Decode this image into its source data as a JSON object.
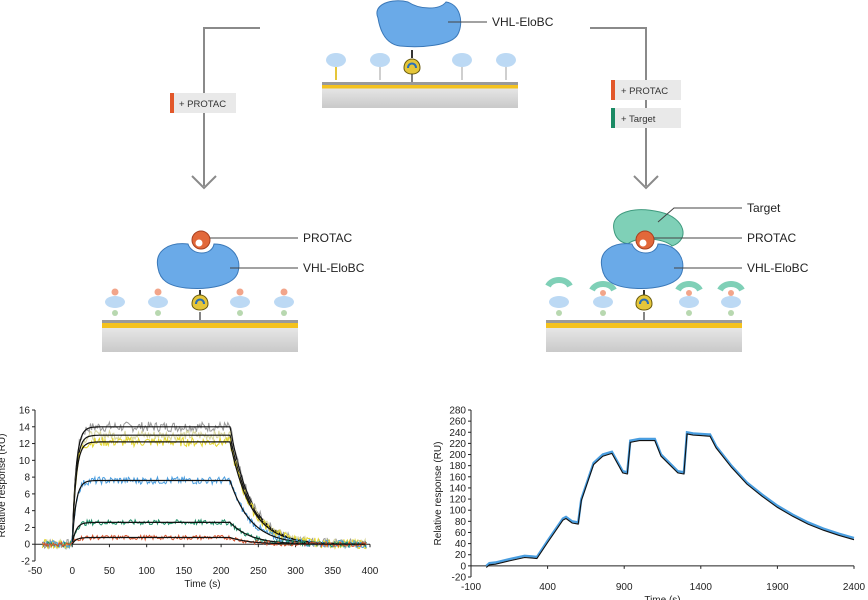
{
  "diagram": {
    "top_label": "VHL-EloBC",
    "left_tag": "+ PROTAC",
    "right_tags": [
      "+ PROTAC",
      "+ Target"
    ],
    "left_labels": [
      "PROTAC",
      "VHL-EloBC"
    ],
    "right_labels": [
      "Target",
      "PROTAC",
      "VHL-EloBC"
    ],
    "colors": {
      "vhl": "#6aaae8",
      "protac": "#e2683a",
      "target": "#7fd0b7",
      "linker": "#e5c63a",
      "orange_bar": "#e2572a",
      "green_bar": "#1b8a64",
      "gold_surface": "#f4c21e",
      "arrow": "#8a8a8a"
    }
  },
  "chart_data": [
    {
      "type": "line",
      "xlabel": "Time (s)",
      "ylabel": "Relative response (RU)",
      "xlim": [
        -50,
        400
      ],
      "ylim": [
        -2,
        16
      ],
      "xticks": [
        -50,
        0,
        50,
        100,
        150,
        200,
        250,
        300,
        350,
        400
      ],
      "yticks": [
        -2,
        0,
        2,
        4,
        6,
        8,
        10,
        12,
        14,
        16
      ],
      "grid": false,
      "assoc_start": 0,
      "dissoc_start": 212,
      "series": [
        {
          "color": "#9a9a9a",
          "plateau": 14.0
        },
        {
          "color": "#d9d7a0",
          "plateau": 13.0
        },
        {
          "color": "#e4d62e",
          "plateau": 12.2
        },
        {
          "color": "#4a9ee0",
          "plateau": 7.6
        },
        {
          "color": "#1c8f67",
          "plateau": 2.6
        },
        {
          "color": "#d9532d",
          "plateau": 0.8
        }
      ]
    },
    {
      "type": "line",
      "xlabel": "Time (s)",
      "ylabel": "Relative response (RU)",
      "xlim": [
        -100,
        2400
      ],
      "ylim": [
        -20,
        280
      ],
      "xticks": [
        -100,
        400,
        900,
        1400,
        1900,
        2400
      ],
      "yticks": [
        -20,
        0,
        20,
        40,
        60,
        80,
        100,
        120,
        140,
        160,
        180,
        200,
        220,
        240,
        260,
        280
      ],
      "grid": false,
      "series": [
        {
          "name": "",
          "color": "#4a9ee0",
          "x": [
            0,
            20,
            60,
            150,
            250,
            300,
            330,
            400,
            500,
            520,
            560,
            600,
            620,
            700,
            760,
            820,
            890,
            920,
            940,
            1000,
            1050,
            1100,
            1140,
            1250,
            1290,
            1310,
            1350,
            1400,
            1450,
            1460,
            1500,
            1600,
            1700,
            1800,
            1900,
            2000,
            2100,
            2200,
            2300,
            2400
          ],
          "y": [
            0,
            5,
            6,
            12,
            18,
            17,
            16,
            45,
            85,
            88,
            80,
            78,
            120,
            185,
            200,
            205,
            170,
            168,
            225,
            228,
            228,
            228,
            200,
            170,
            168,
            240,
            238,
            237,
            236,
            236,
            215,
            180,
            150,
            128,
            108,
            92,
            78,
            67,
            58,
            50
          ]
        }
      ]
    }
  ]
}
